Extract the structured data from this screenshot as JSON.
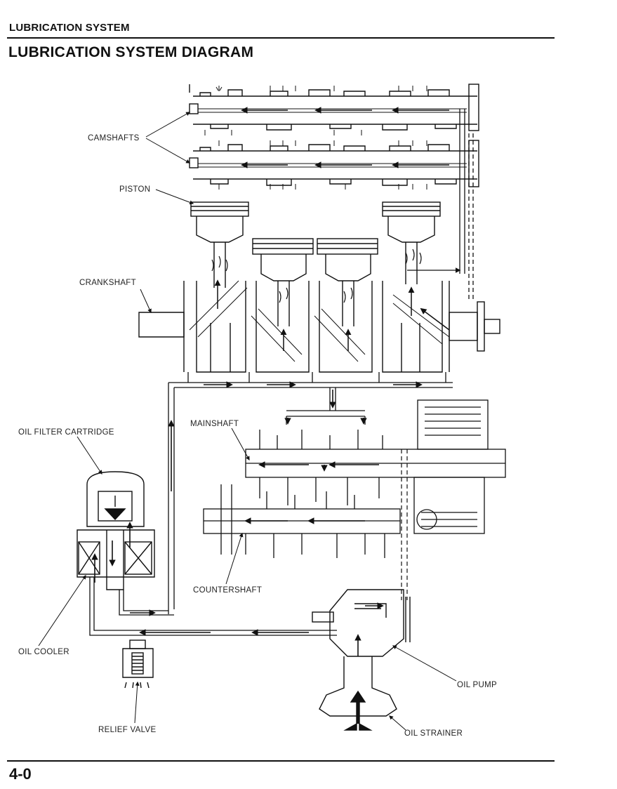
{
  "header": {
    "section_title": "LUBRICATION SYSTEM",
    "diagram_title": "LUBRICATION SYSTEM DIAGRAM"
  },
  "labels": {
    "camshafts": "CAMSHAFTS",
    "piston": "PISTON",
    "crankshaft": "CRANKSHAFT",
    "oil_filter_cartridge": "OIL FILTER CARTRIDGE",
    "mainshaft": "MAINSHAFT",
    "countershaft": "COUNTERSHAFT",
    "oil_cooler": "OIL COOLER",
    "oil_pump": "OIL PUMP",
    "relief_valve": "RELIEF VALVE",
    "oil_strainer": "OIL STRAINER"
  },
  "footer": {
    "page_number": "4-0"
  },
  "colors": {
    "ink": "#111111",
    "paper": "#ffffff"
  }
}
